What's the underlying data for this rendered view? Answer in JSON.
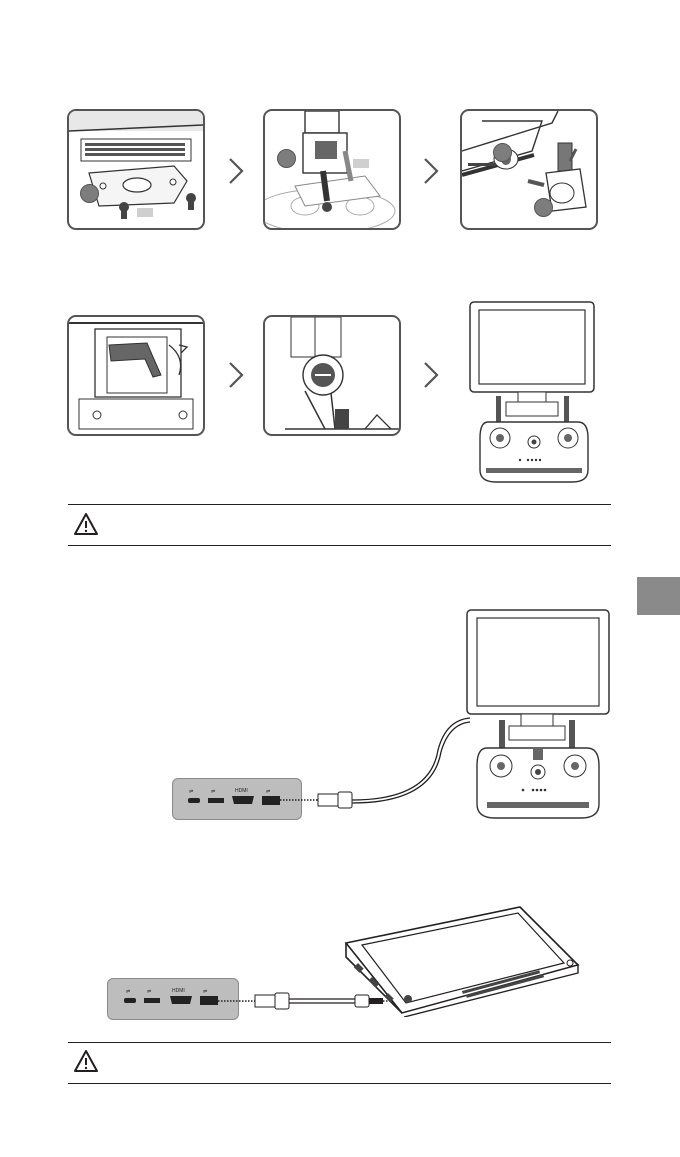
{
  "figures": {
    "row1": [
      "step-1",
      "step-2",
      "step-3"
    ],
    "row2": [
      "step-4",
      "step-5",
      "step-6-result"
    ]
  },
  "ports": {
    "labels": [
      "usb-icon",
      "usb-icon",
      "HDMI",
      "usb-icon"
    ],
    "hdmi_text": "HDMI"
  },
  "icons": {
    "warning": "warning-triangle-icon",
    "next": "chevron-right-icon"
  },
  "colors": {
    "panel_border": "#555555",
    "badge": "#7d7d7d",
    "side_tab": "#8a8a8a",
    "port_strip": "#bdbdbd"
  }
}
